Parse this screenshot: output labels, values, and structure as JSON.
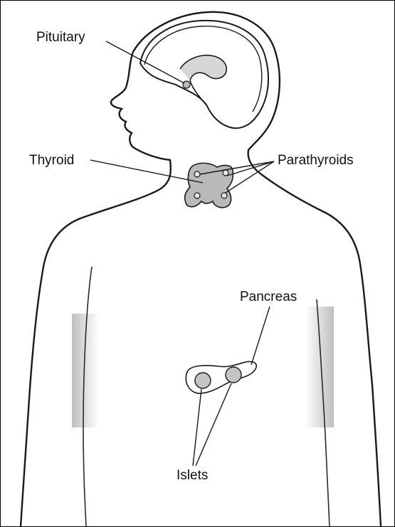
{
  "labels": {
    "pituitary": "Pituitary",
    "thyroid": "Thyroid",
    "parathyroids": "Parathyroids",
    "pancreas": "Pancreas",
    "islets": "Islets"
  },
  "colors": {
    "outline": "#1a1a1a",
    "gland_fill": "#b9b9b9",
    "shading": "#9a9a9a",
    "background": "#ffffff"
  }
}
